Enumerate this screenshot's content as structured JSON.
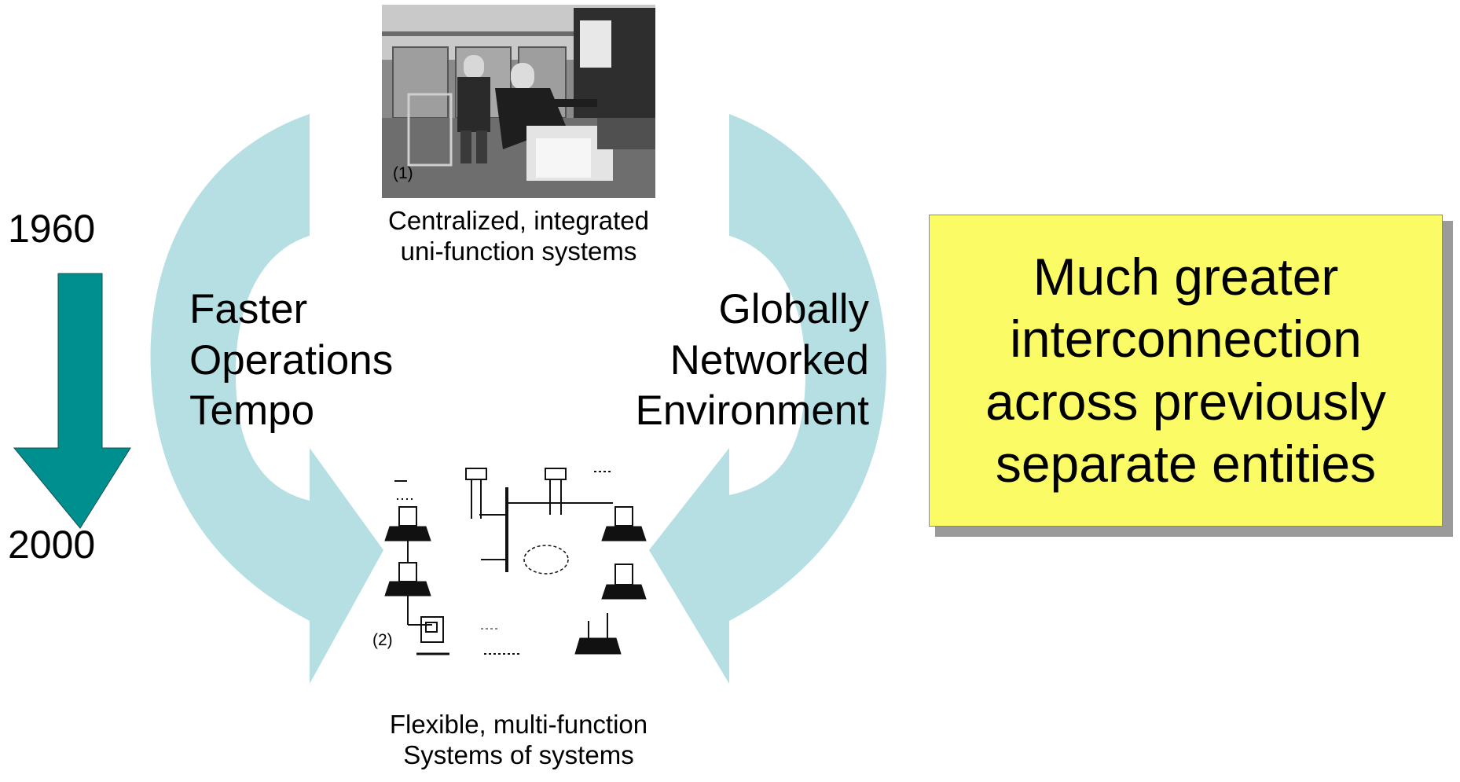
{
  "timeline": {
    "start_year": "1960",
    "end_year": "2000"
  },
  "left_arrow_label": [
    "Faster",
    "Operations",
    "Tempo"
  ],
  "right_arrow_label": [
    "Globally",
    "Networked",
    "Environment"
  ],
  "top_image": {
    "marker": "(1)",
    "caption": [
      "Centralized, integrated",
      "uni-function systems"
    ]
  },
  "bottom_image": {
    "marker": "(2)",
    "caption": [
      "Flexible, multi-function",
      "Systems of systems"
    ]
  },
  "callout": {
    "text": "Much greater\ninterconnection\nacross previously\nseparate entities"
  },
  "colors": {
    "curved_arrow": "#b6dfe3",
    "timeline_arrow": "#008f8f",
    "callout_fill": "#fbfb66"
  }
}
